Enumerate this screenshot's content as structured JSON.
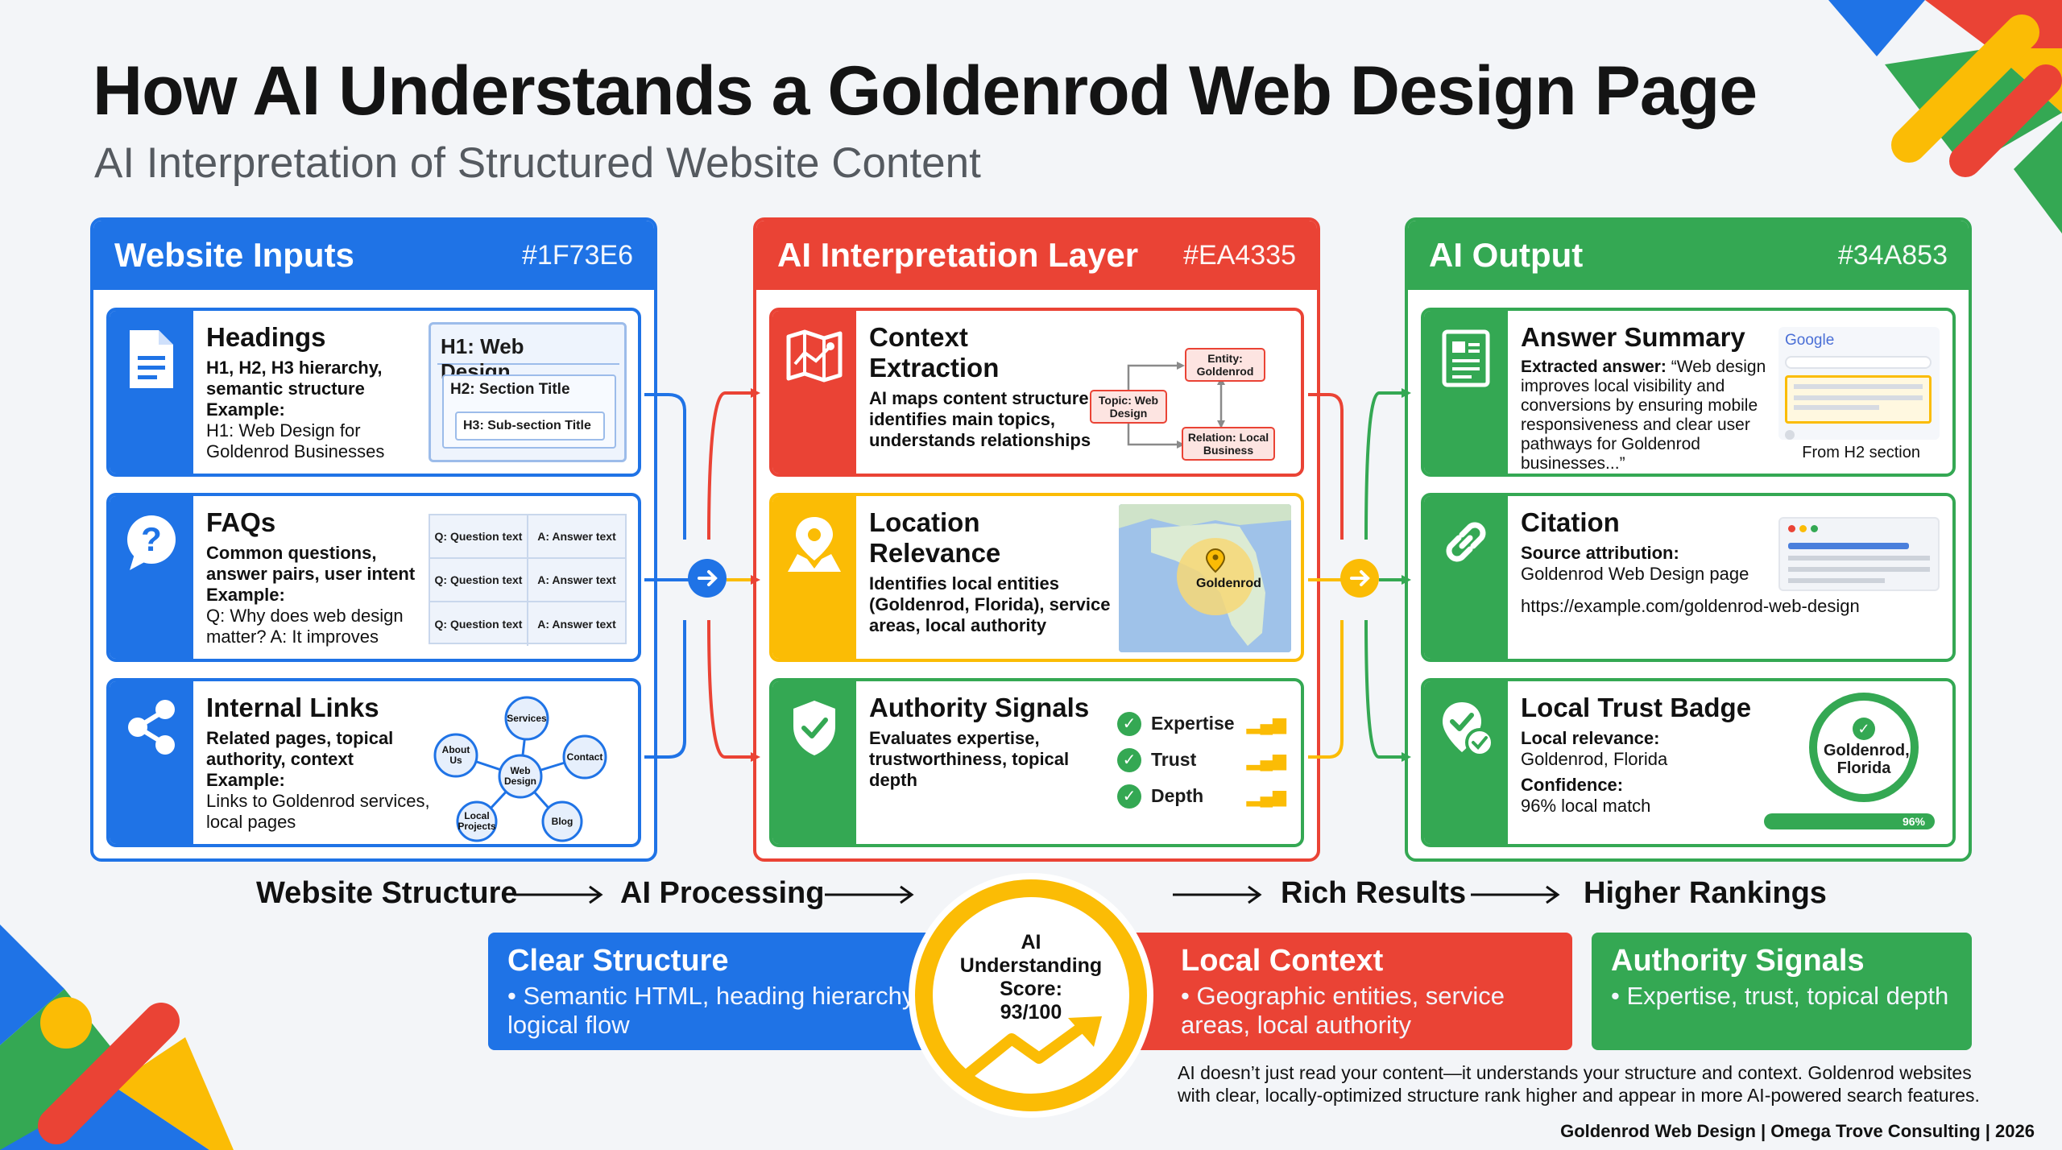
{
  "title": "How AI Understands a Goldenrod Web Design Page",
  "subtitle": "AI Interpretation of Structured Website Content",
  "colors": {
    "blue": "#1F73E6",
    "red": "#EA4335",
    "yellow": "#FBBC05",
    "green": "#34A853"
  },
  "columns": {
    "inputs": {
      "title": "Website Inputs",
      "hex": "#1F73E6",
      "cards": {
        "headings": {
          "icon": "document-icon",
          "title": "Headings",
          "desc": "H1, H2, H3 hierarchy, semantic structure",
          "example_label": "Example:",
          "example": "H1: Web Design for Goldenrod Businesses",
          "mock": {
            "h1": "H1: Web Design...",
            "h2": "H2: Section Title",
            "h3": "H3: Sub-section Title"
          }
        },
        "faqs": {
          "icon": "question-bubble-icon",
          "title": "FAQs",
          "desc": "Common questions, answer pairs, user intent",
          "example_label": "Example:",
          "example": "Q: Why does web design matter? A: It improves",
          "table": [
            {
              "q": "Q: Question text",
              "a": "A: Answer text"
            },
            {
              "q": "Q: Question text",
              "a": "A: Answer text"
            },
            {
              "q": "Q: Question text",
              "a": "A: Answer text"
            }
          ]
        },
        "links": {
          "icon": "share-icon",
          "title": "Internal Links",
          "desc": "Related pages, topical authority, context",
          "example_label": "Example:",
          "example": "Links to Goldenrod services, local pages",
          "nodes": {
            "center": "Web Design",
            "top": "Services",
            "left": "About Us",
            "right": "Contact",
            "bottom_left": "Local Projects",
            "bottom_right": "Blog"
          }
        }
      }
    },
    "interpretation": {
      "title": "AI Interpretation Layer",
      "hex": "#EA4335",
      "cards": {
        "context": {
          "icon": "map-icon",
          "title": "Context Extraction",
          "desc": "AI maps content structure, identifies main topics, understands relationships",
          "diagram": {
            "topic": "Topic: Web Design",
            "entity": "Entity: Goldenrod",
            "relation": "Relation: Local Business"
          }
        },
        "location": {
          "icon": "location-pin-icon",
          "title": "Location Relevance",
          "desc": "Identifies local entities (Goldenrod, Florida), service areas, local authority",
          "map_label": "Goldenrod"
        },
        "authority": {
          "icon": "shield-check-icon",
          "title": "Authority Signals",
          "desc": "Evaluates expertise, trustworthiness, topical depth",
          "signals": [
            "Expertise",
            "Trust",
            "Depth"
          ]
        }
      }
    },
    "output": {
      "title": "AI Output",
      "hex": "#34A853",
      "cards": {
        "answer": {
          "icon": "summary-doc-icon",
          "title": "Answer Summary",
          "label": "Extracted answer:",
          "text": "“Web design improves local visibility and conversions by ensuring mobile responsiveness and clear user pathways for Goldenrod businesses...”",
          "google": "Google",
          "caption": "From H2 section"
        },
        "citation": {
          "icon": "link-icon",
          "title": "Citation",
          "label": "Source attribution:",
          "source": "Goldenrod Web Design page",
          "url": "https://example.com/goldenrod-web-design"
        },
        "trust": {
          "icon": "badge-check-icon",
          "title": "Local Trust Badge",
          "relevance_label": "Local relevance:",
          "relevance": "Goldenrod, Florida",
          "confidence_label": "Confidence:",
          "confidence": "96% local match",
          "badge": "Goldenrod, Florida",
          "progress_label": "96%",
          "progress": 0.96
        }
      }
    }
  },
  "flow": {
    "steps": [
      "Website Structure",
      "AI Processing",
      "Rich Results",
      "Higher Rankings"
    ]
  },
  "bottom": {
    "clear": {
      "title": "Clear Structure",
      "text": "Semantic HTML, heading hierarchy, logical flow"
    },
    "local": {
      "title": "Local Context",
      "text": "Geographic entities, service areas, local authority"
    },
    "authority": {
      "title": "Authority Signals",
      "text": "Expertise, trust, topical depth"
    },
    "score": {
      "line1": "AI",
      "line2": "Understanding",
      "line3": "Score:",
      "value": "93/100"
    }
  },
  "footnote": "AI doesn’t just read your content—it understands your structure and context. Goldenrod websites with clear, locally-optimized structure rank higher and appear in more AI-powered search features.",
  "credit": "Goldenrod Web Design | Omega Trove Consulting | 2026"
}
